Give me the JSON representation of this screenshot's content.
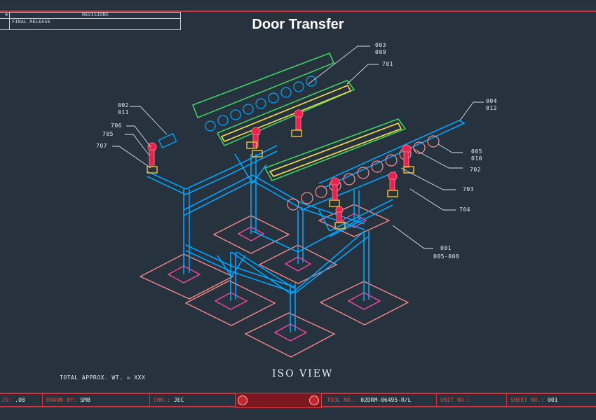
{
  "title": "Door Transfer",
  "view_label": "ISO VIEW",
  "weight_label": "TOTAL APPROX. WT. = XXX",
  "revisions": {
    "header": "REVISIONS",
    "symbol": "⊕",
    "row_text": "FINAL RELEASE"
  },
  "callouts": {
    "c003": "003",
    "c009": "009",
    "c701": "701",
    "c002": "002",
    "c011": "011",
    "c706": "706",
    "c705": "705",
    "c707": "707",
    "c004": "004",
    "c012": "012",
    "c005": "005",
    "c010": "010",
    "c702": "702",
    "c703": "703",
    "c704": "704",
    "c001": "001",
    "c005_008": "005-008"
  },
  "title_block": {
    "scale_label": "JS:",
    "scale_value": ".08",
    "drawn_by_label": "DRAWN BY:",
    "drawn_by_value": "SMB",
    "checked_label": "CHK.:",
    "checked_value": "JEC",
    "tool_label": "TOOL NO.:",
    "tool_value": "02DRM-06495-R/L",
    "unit_label": "UNIT NO.:",
    "unit_value": "",
    "sheet_label": "SHEET NO.:",
    "sheet_value": "001"
  },
  "colors": {
    "background": "#27323f",
    "frame": "#00a6ff",
    "base_plate": "#ff8a8a",
    "pad": "#ff4aa0",
    "conveyor_green": "#40d060",
    "conveyor_yellow": "#f4e04a",
    "bracket": "#f2c232",
    "clamp": "#e6244e",
    "title_block_red": "#d6313b"
  }
}
